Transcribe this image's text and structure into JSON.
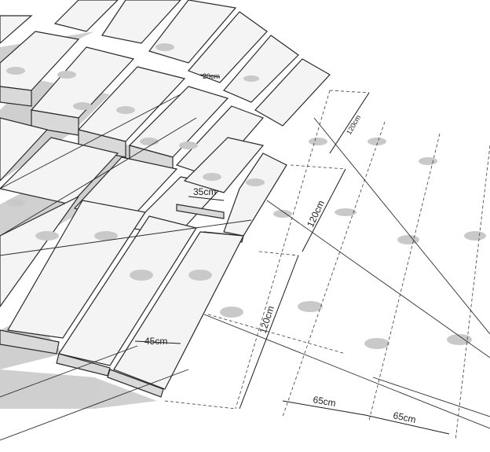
{
  "diagram": {
    "dimensions": {
      "step_width_upper": "35cm",
      "step_width_lower": "45cm",
      "landing_length_lower": "120cm",
      "landing_length_middle": "120cm",
      "landing_length_upper": "120cm",
      "stride_left": "65cm",
      "stride_right": "65cm",
      "top_small": "20cm"
    },
    "colors": {
      "line": "#2a2a2a",
      "tread_top": "#f4f4f4",
      "riser_face": "#d9d9d9",
      "shadow": "#bdbdbd",
      "footprint": "#c9c9c9"
    }
  }
}
